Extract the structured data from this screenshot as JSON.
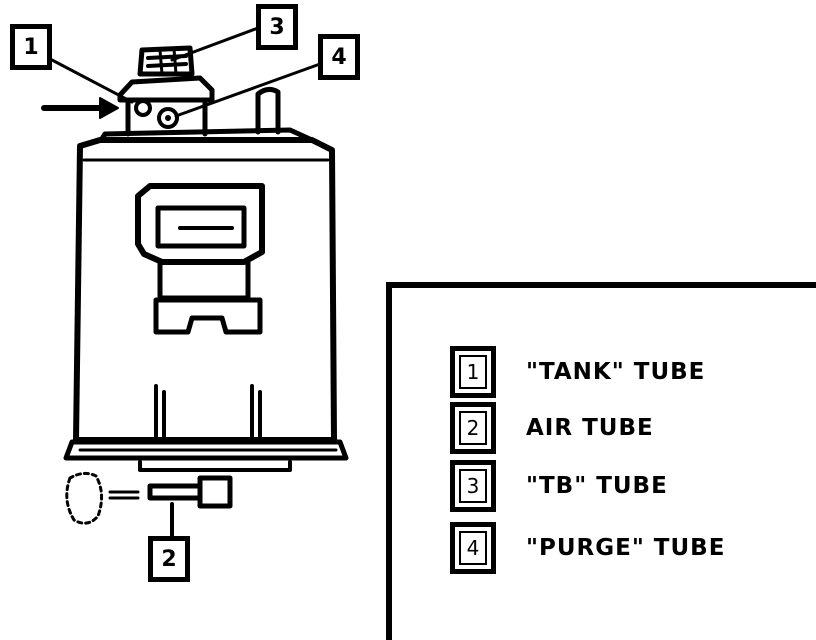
{
  "callouts": [
    {
      "num": "1"
    },
    {
      "num": "2"
    },
    {
      "num": "3"
    },
    {
      "num": "4"
    }
  ],
  "legend": [
    {
      "num": "1",
      "label": "\"TANK\" TUBE"
    },
    {
      "num": "2",
      "label": "AIR TUBE"
    },
    {
      "num": "3",
      "label": "\"TB\" TUBE"
    },
    {
      "num": "4",
      "label": "\"PURGE\" TUBE"
    }
  ]
}
